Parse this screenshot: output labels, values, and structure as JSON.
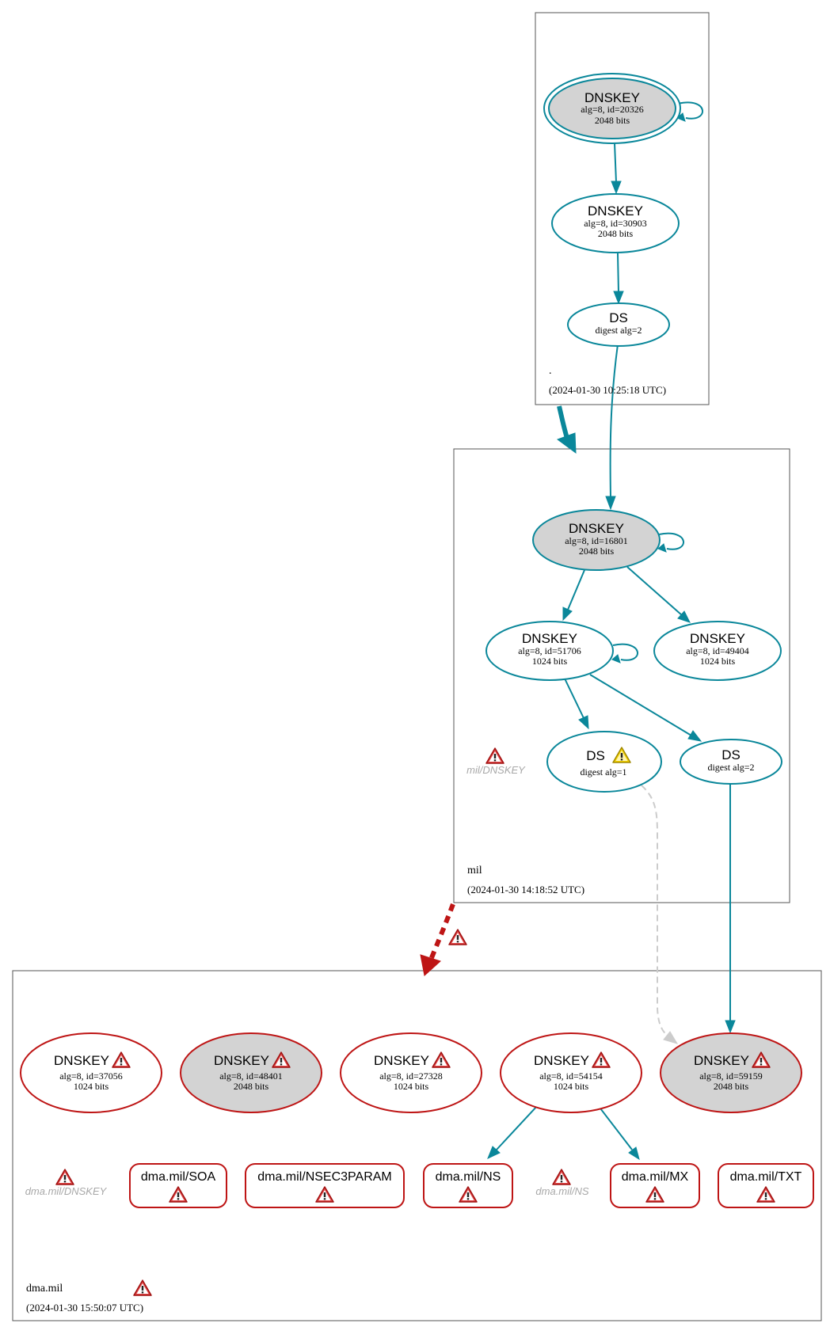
{
  "zones": {
    "root": {
      "name": ".",
      "timestamp": "(2024-01-30 10:25:18 UTC)",
      "ksk": {
        "title": "DNSKEY",
        "line1": "alg=8, id=20326",
        "line2": "2048 bits"
      },
      "zsk": {
        "title": "DNSKEY",
        "line1": "alg=8, id=30903",
        "line2": "2048 bits"
      },
      "ds": {
        "title": "DS",
        "line1": "digest alg=2"
      }
    },
    "mil": {
      "name": "mil",
      "timestamp": "(2024-01-30 14:18:52 UTC)",
      "ksk": {
        "title": "DNSKEY",
        "line1": "alg=8, id=16801",
        "line2": "2048 bits"
      },
      "zsk1": {
        "title": "DNSKEY",
        "line1": "alg=8, id=51706",
        "line2": "1024 bits"
      },
      "zsk2": {
        "title": "DNSKEY",
        "line1": "alg=8, id=49404",
        "line2": "1024 bits"
      },
      "ds1": {
        "title": "DS",
        "line1": "digest alg=1"
      },
      "ds2": {
        "title": "DS",
        "line1": "digest alg=2"
      },
      "ghost": "mil/DNSKEY"
    },
    "dma": {
      "name": "dma.mil",
      "timestamp": "(2024-01-30 15:50:07 UTC)",
      "keys": [
        {
          "title": "DNSKEY",
          "line1": "alg=8, id=37056",
          "line2": "1024 bits"
        },
        {
          "title": "DNSKEY",
          "line1": "alg=8, id=48401",
          "line2": "2048 bits"
        },
        {
          "title": "DNSKEY",
          "line1": "alg=8, id=27328",
          "line2": "1024 bits"
        },
        {
          "title": "DNSKEY",
          "line1": "alg=8, id=54154",
          "line2": "1024 bits"
        },
        {
          "title": "DNSKEY",
          "line1": "alg=8, id=59159",
          "line2": "2048 bits"
        }
      ],
      "rrsets": [
        "dma.mil/SOA",
        "dma.mil/NSEC3PARAM",
        "dma.mil/NS",
        "dma.mil/MX",
        "dma.mil/TXT"
      ],
      "ghost_dnskey": "dma.mil/DNSKEY",
      "ghost_ns": "dma.mil/NS"
    }
  },
  "colors": {
    "secure": "#0a879a",
    "bogus": "#be1515",
    "warning": "#f4d100",
    "insecure_link": "#cccccc",
    "ksk_fill": "#d3d3d3"
  }
}
